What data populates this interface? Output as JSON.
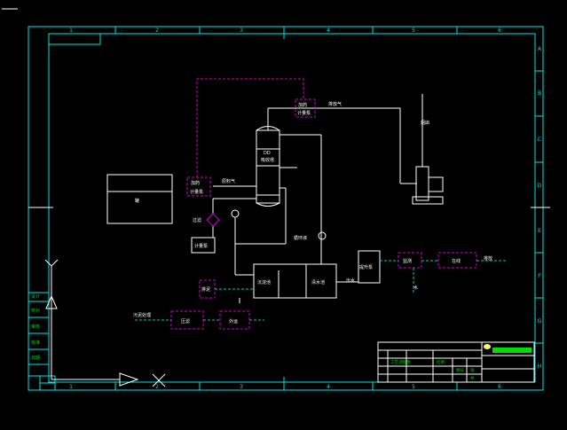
{
  "colors": {
    "background": "#000000",
    "frame": "#00e5e5",
    "process": "#ffffff",
    "dashed_magenta": "#d000d0",
    "dashed_cyan": "#00c8c8",
    "title_block_accent": "#00dd00",
    "logo_yellow": "#ffff66"
  },
  "frame": {
    "column_numbers": [
      "1",
      "2",
      "3",
      "4",
      "5",
      "6"
    ],
    "row_letters": [
      "A",
      "B",
      "C",
      "D",
      "E",
      "F",
      "G",
      "H"
    ]
  },
  "drawing": {
    "labels": {
      "tank": "罐",
      "tower_top": "DD",
      "tower_name": "吸收塔",
      "valve_top_a": "加药",
      "valve_top_b": "计量泵",
      "line_top_right": "排放气",
      "valve_left_a": "加药",
      "valve_left_b": "计量泵",
      "line_left": "原料气",
      "diamond_label": "过滤",
      "small_box": "计量泵",
      "vertical_label": "循环液",
      "basin_left": "沉淀池",
      "basin_right": "清水池",
      "pump_box": "提升泵",
      "pipe_right": "出水",
      "chimney_label": "烟囱",
      "dashed_right_1": "监测",
      "dashed_right_2": "在线",
      "dashed_right_label": "排放",
      "dashed_below": "水",
      "dashed_bottom_label": "污泥处理",
      "dashed_bottom_1": "压滤",
      "dashed_bottom_2": "外运",
      "dashed_small": "排泥"
    }
  },
  "left_panel": {
    "labels": [
      "设计",
      "校对",
      "审核",
      "批准",
      "日期"
    ]
  },
  "title_block": {
    "cells": [
      "工艺流程图",
      "比例",
      "图号",
      "张",
      "共"
    ]
  }
}
